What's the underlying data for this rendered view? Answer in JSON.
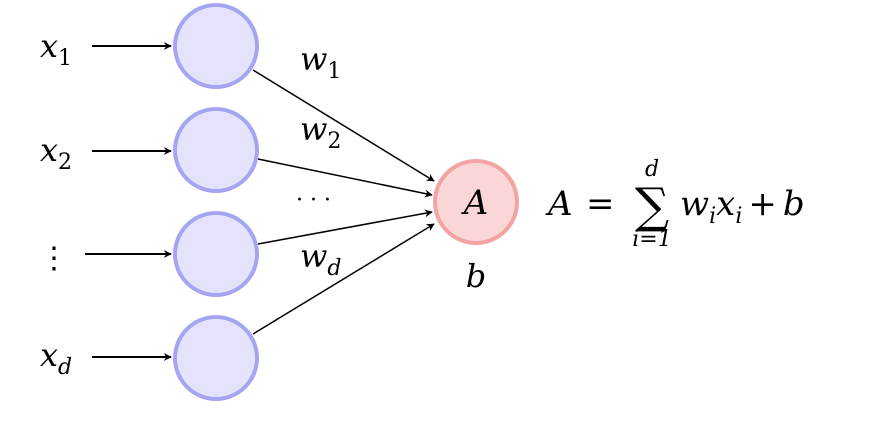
{
  "inputs": [
    {
      "var": "x",
      "sub": "1"
    },
    {
      "var": "x",
      "sub": "2"
    },
    {
      "var": "⋮",
      "sub": ""
    },
    {
      "var": "x",
      "sub": "d"
    }
  ],
  "weights": [
    {
      "var": "w",
      "sub": "1"
    },
    {
      "var": "w",
      "sub": "2"
    },
    {
      "var": "w",
      "sub": "d"
    }
  ],
  "dots_label": "· · ·",
  "output": {
    "label": "A",
    "bias": "b"
  },
  "formula": {
    "lhs": "A",
    "equals": "=",
    "sum_symbol": "∑",
    "upper_limit": "d",
    "lower_limit": "i=1",
    "w": "w",
    "w_sub": "i",
    "x": "x",
    "x_sub": "i",
    "plus": "+",
    "bias": "b"
  },
  "colors": {
    "input_fill": "#e3e3fb",
    "input_stroke": "#a5a5f2",
    "output_fill": "#fbd6d6",
    "output_stroke": "#f4a3a3",
    "edge": "#000000"
  }
}
